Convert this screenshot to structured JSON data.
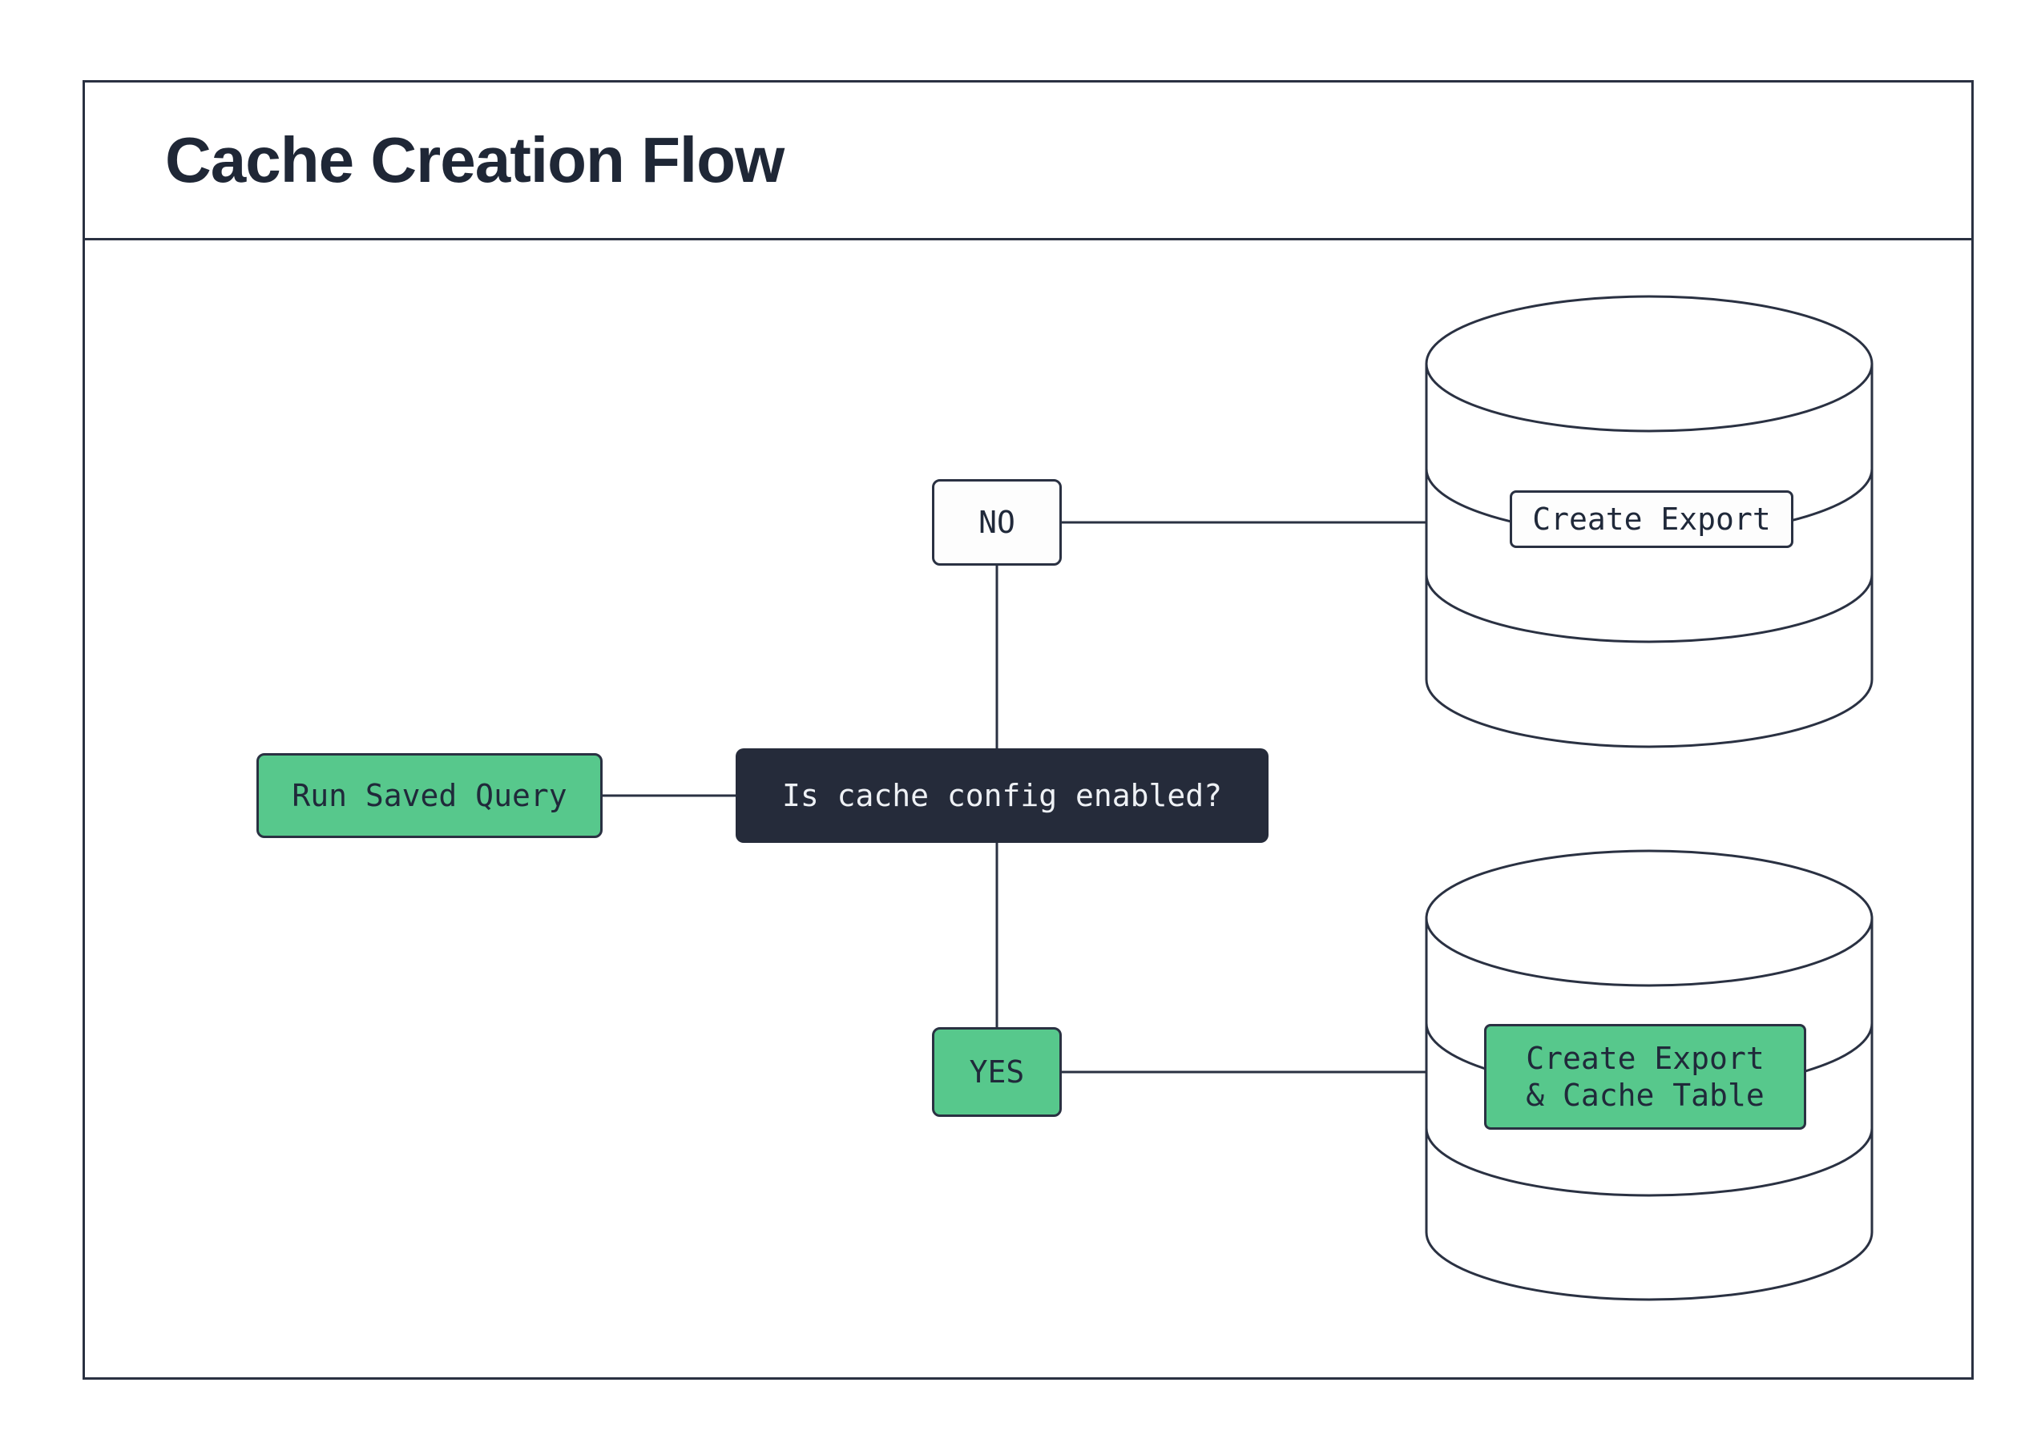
{
  "title": "Cache Creation Flow",
  "diagram": {
    "start": {
      "label": "Run Saved Query"
    },
    "decision": {
      "label": "Is cache config enabled?"
    },
    "branch_no": {
      "label": "NO"
    },
    "branch_yes": {
      "label": "YES"
    },
    "db_export": {
      "label": "Create Export"
    },
    "db_export_cache": {
      "label_line1": "Create Export",
      "label_line2": "& Cache Table"
    }
  },
  "icons": [
    "database-cylinder-top",
    "database-cylinder-bottom"
  ],
  "colors": {
    "accent_green": "#57c88c",
    "dark_node": "#252b3a",
    "outline": "#2a3142",
    "background": "#ffffff",
    "dark_text": "#20293a",
    "light_text": "#eef1f5"
  }
}
